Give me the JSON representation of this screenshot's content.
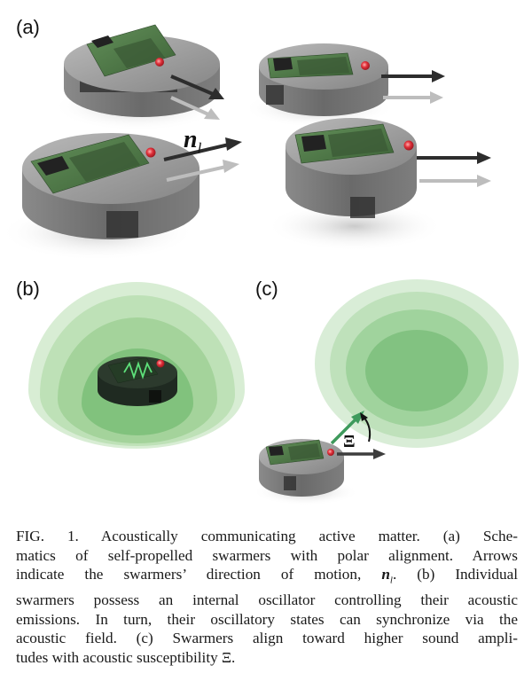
{
  "panels": {
    "a": "(a)",
    "b": "(b)",
    "c": "(c)"
  },
  "vector_label": {
    "symbol": "n",
    "subscript": "l"
  },
  "susceptibility_label": "Ξ",
  "caption": {
    "lines": [
      "FIG. 1.   Acoustically communicating active matter. (a) Sche-",
      "matics of self-propelled swarmers with polar alignment. Arrows",
      "indicate the swarmers’ direction of motion,",
      "swarmers possess an internal oscillator controlling their acoustic",
      "emissions. In turn, their oscillatory states can synchronize via the",
      "acoustic field. (c) Swarmers align toward higher sound ampli-",
      "tudes with acoustic susceptibility Ξ."
    ],
    "line3_symbol": "n",
    "line3_subscript": "l",
    "line3_tail": ". (b) Individual"
  },
  "colors": {
    "disk_top": "#9a9a9a",
    "disk_side": "#6f6f6f",
    "pcb": "#4f7a47",
    "chip": "#2c2c2c",
    "led": "#e0303a",
    "arrow_dark": "#2d2d2d",
    "arrow_light": "#b5b5b5",
    "arrow_green": "#3e9a5c",
    "wave_green": "#4fae58"
  }
}
